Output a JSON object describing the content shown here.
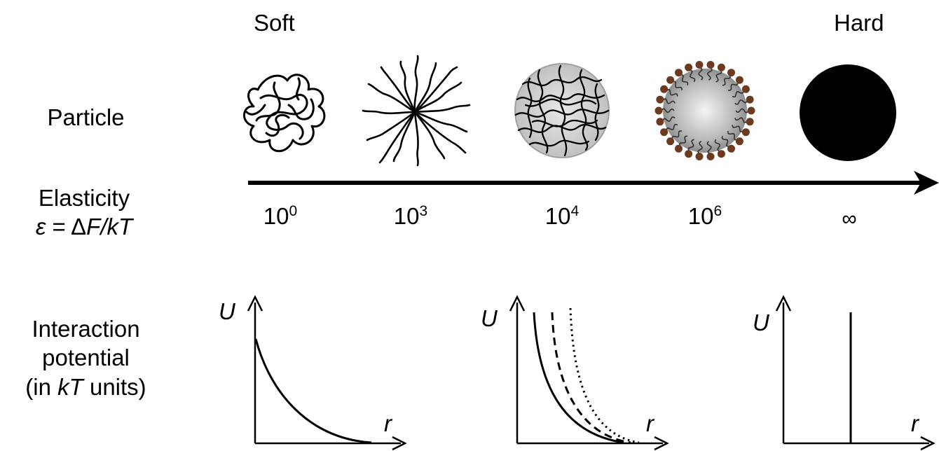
{
  "scale_labels": {
    "soft": "Soft",
    "hard": "Hard"
  },
  "rows": {
    "particle": "Particle",
    "elasticity": {
      "line1": "Elasticity",
      "eps": "ε",
      "eq": " = ",
      "delta": "Δ",
      "F": "F",
      "slash": "/",
      "kT": "kT"
    },
    "potential": {
      "line1": "Interaction",
      "line2": "potential",
      "open": "(in ",
      "kT": "kT",
      "close": " units)"
    }
  },
  "elasticity_values": [
    {
      "base": "10",
      "exp": "0"
    },
    {
      "base": "10",
      "exp": "3"
    },
    {
      "base": "10",
      "exp": "4"
    },
    {
      "base": "10",
      "exp": "6"
    },
    {
      "base": "",
      "exp": "",
      "symbol": "∞"
    }
  ],
  "particles": [
    {
      "kind": "polymer-coil"
    },
    {
      "kind": "star-polymer"
    },
    {
      "kind": "microgel",
      "color": "#cfcfcf"
    },
    {
      "kind": "core-shell",
      "color": "#6b3a1f"
    },
    {
      "kind": "hard-sphere",
      "color": "#000000"
    }
  ],
  "plots": [
    {
      "y_label": "U",
      "x_label": "r",
      "curves": [
        "solid"
      ]
    },
    {
      "y_label": "U",
      "x_label": "r",
      "curves": [
        "solid",
        "dashed",
        "dotted"
      ]
    },
    {
      "y_label": "U",
      "x_label": "r",
      "curves": [
        "vertical-wall"
      ]
    }
  ]
}
